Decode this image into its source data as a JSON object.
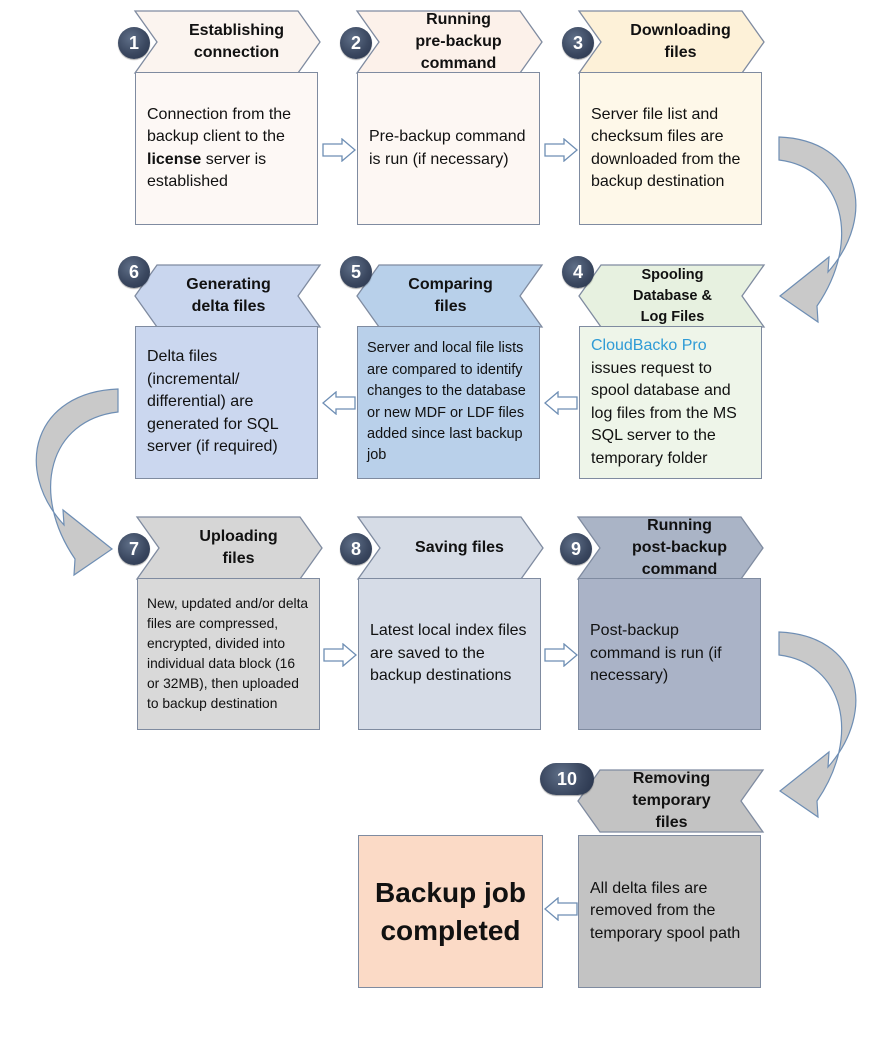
{
  "colors": {
    "row1_chevron": "#fbf4ef",
    "row1_box": "#fdf8f5",
    "step2_chevron": "#fcf1ea",
    "step2_box": "#fdf7f3",
    "step3_chevron": "#fdf1d8",
    "step3_box": "#fef8e9",
    "step6_chevron": "#c9d6ee",
    "step6_box": "#cbd7ef",
    "step5_chevron": "#b8d0ea",
    "step5_box": "#b9d0ea",
    "step4_chevron": "#e7f1e0",
    "step4_box": "#eef5e9",
    "step7_chevron": "#d6d6d6",
    "step7_box": "#d9d9d9",
    "step8_chevron": "#d6dce6",
    "step8_box": "#d6dce7",
    "step9_chevron": "#aab4c6",
    "step9_box": "#aab3c7",
    "step10_chevron": "#c3c3c3",
    "step10_box": "#c3c3c3",
    "final_box": "#fbdac6",
    "arrow_fill": "#c9c9c9",
    "arrow_stroke": "#6e8eb4",
    "brand_blue": "#2f9bd6"
  },
  "steps": [
    {
      "number": "1",
      "title": "Establishing\nconnection",
      "text_before_bold": "Connection from the backup client to the ",
      "text_bold": "license",
      "text_after_bold": " server is established"
    },
    {
      "number": "2",
      "title": "Running\npre-backup\ncommand",
      "text": "Pre-backup command is run (if necessary)"
    },
    {
      "number": "3",
      "title": "Downloading\nfiles",
      "text": "Server file list and checksum files are downloaded from the backup destination"
    },
    {
      "number": "4",
      "title": "Spooling\nDatabase &\nLog Files",
      "brand": "CloudBacko Pro",
      "text": " issues request to spool database and log files from the MS SQL server to the temporary folder"
    },
    {
      "number": "5",
      "title": "Comparing\nfiles",
      "text": "Server and local file lists are compared to identify changes to the database or new MDF or LDF files added since last backup job"
    },
    {
      "number": "6",
      "title": "Generating\ndelta files",
      "text": "Delta files (incremental/ differential) are generated for SQL server (if required)"
    },
    {
      "number": "7",
      "title": "Uploading\nfiles",
      "text": "New, updated and/or delta files  are compressed, encrypted, divided into individual data block (16 or 32MB), then uploaded to backup destination"
    },
    {
      "number": "8",
      "title": "Saving files",
      "text": "Latest local index files are saved to the backup destinations"
    },
    {
      "number": "9",
      "title": "Running\npost-backup\ncommand",
      "text": "Post-backup command is run (if necessary)"
    },
    {
      "number": "10",
      "title": "Removing\ntemporary\nfiles",
      "text": "All delta files are removed from the temporary spool path"
    }
  ],
  "final": {
    "text": "Backup job\ncompleted"
  }
}
